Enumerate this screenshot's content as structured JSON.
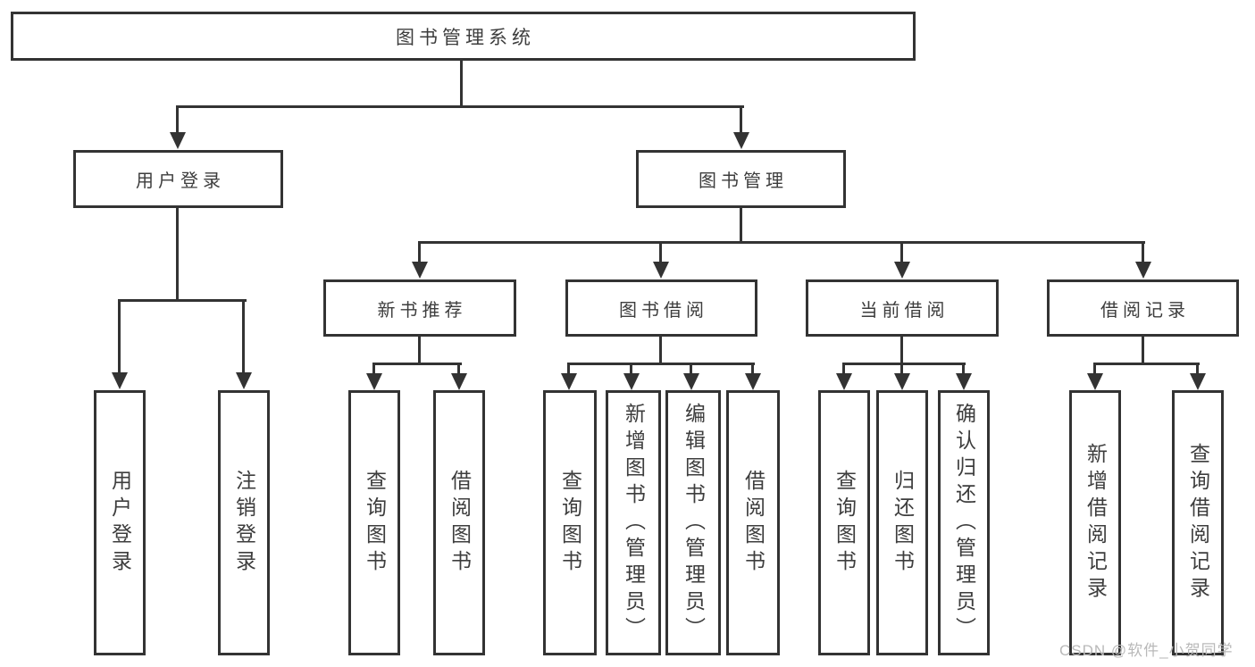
{
  "diagram": {
    "type": "hierarchy-tree",
    "background_color": "#ffffff",
    "line_color": "#333333",
    "box_border_color": "#333333",
    "box_fill_color": "#ffffff",
    "text_color": "#3d3d3d",
    "nodes": {
      "root": {
        "label": "图书管理系统"
      },
      "l2_login": {
        "label": "用户登录"
      },
      "l2_mgmt": {
        "label": "图书管理"
      },
      "l3_recommend": {
        "label": "新书推荐"
      },
      "l3_borrow": {
        "label": "图书借阅"
      },
      "l3_current": {
        "label": "当前借阅"
      },
      "l3_record": {
        "label": "借阅记录"
      },
      "leaf_login": {
        "label": "用户登录"
      },
      "leaf_logout": {
        "label": "注销登录"
      },
      "leaf_rec_query": {
        "label": "查询图书"
      },
      "leaf_rec_borrow": {
        "label": "借阅图书"
      },
      "leaf_bor_query": {
        "label": "查询图书"
      },
      "leaf_bor_add": {
        "label": "新增图书（管理员）"
      },
      "leaf_bor_edit": {
        "label": "编辑图书（管理员）"
      },
      "leaf_bor_borrow": {
        "label": "借阅图书"
      },
      "leaf_cur_query": {
        "label": "查询图书"
      },
      "leaf_cur_return": {
        "label": "归还图书"
      },
      "leaf_cur_confirm": {
        "label": "确认归还（管理员）"
      },
      "leaf_rd_add": {
        "label": "新增借阅记录"
      },
      "leaf_rd_query": {
        "label": "查询借阅记录"
      }
    },
    "watermark": {
      "text": "CSDN @软件_小贺同学",
      "color": "#b9b9b9"
    }
  }
}
